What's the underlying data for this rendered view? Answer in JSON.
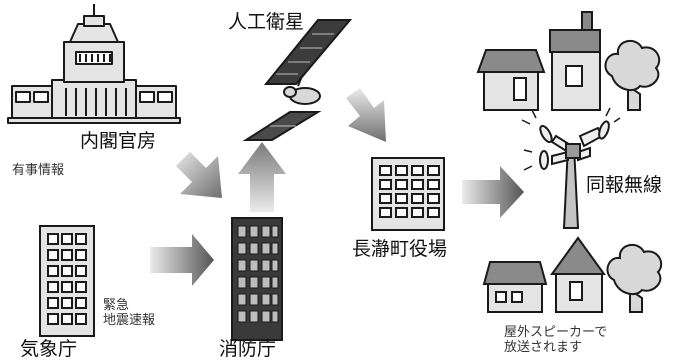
{
  "labels": {
    "cabinet_office": "内閣官房",
    "emergency_info": "有事情報",
    "satellite": "人工衛星",
    "jma": "気象庁",
    "eew": [
      "緊急",
      "地震速報"
    ],
    "fdma": "消防庁",
    "town_hall": "長瀞町役場",
    "broadcast_system": "同報無線",
    "speaker": [
      "屋外スピーカーで",
      "放送されます"
    ]
  },
  "colors": {
    "outline": "#1a1a1a",
    "building_fill": "#e2e2e2",
    "dark_building_fill": "#3a3a3a",
    "arrow_light": "#c8c8c8",
    "arrow_dark": "#555555"
  }
}
